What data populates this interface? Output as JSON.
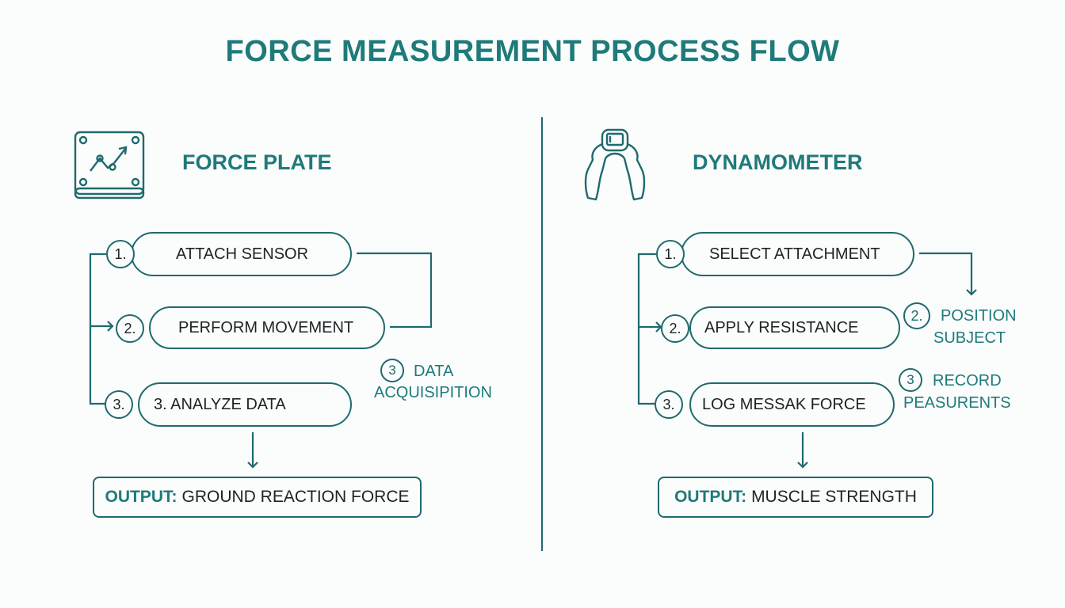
{
  "title": "FORCE MEASUREMENT PROCESS FLOW",
  "left": {
    "heading": "FORCE PLATE",
    "icon": "force-plate-chart-icon",
    "steps": [
      {
        "num": "1.",
        "label": "ATTACH SENSOR"
      },
      {
        "num": "2.",
        "label": "PERFORM MOVEMENT"
      },
      {
        "num": "3.",
        "label": "3. ANALYZE DATA"
      }
    ],
    "note": {
      "num": "3",
      "line1": "DATA",
      "line2": "ACQUISIPITION"
    },
    "output": {
      "keyword": "OUTPUT:",
      "value": "GROUND REACTION FORCE"
    }
  },
  "right": {
    "heading": "DYNAMOMETER",
    "icon": "hand-grip-dynamometer-icon",
    "steps": [
      {
        "num": "1.",
        "label": "SELECT ATTACHMENT"
      },
      {
        "num": "2.",
        "label": "APPLY RESISTANCE"
      },
      {
        "num": "3.",
        "label": "LOG MESSAK FORCE"
      }
    ],
    "note_a": {
      "num": "2.",
      "line1": "POSITION",
      "line2": "SUBJECT"
    },
    "note_b": {
      "num": "3",
      "line1": "RECORD",
      "line2": "PEASURENTS"
    },
    "output": {
      "keyword": "OUTPUT:",
      "value": "MUSCLE STRENGTH"
    }
  },
  "colors": {
    "accent": "#1f7a7a",
    "stroke": "#1f6a6e",
    "text": "#1c2325",
    "background": "#fbfcfc"
  }
}
